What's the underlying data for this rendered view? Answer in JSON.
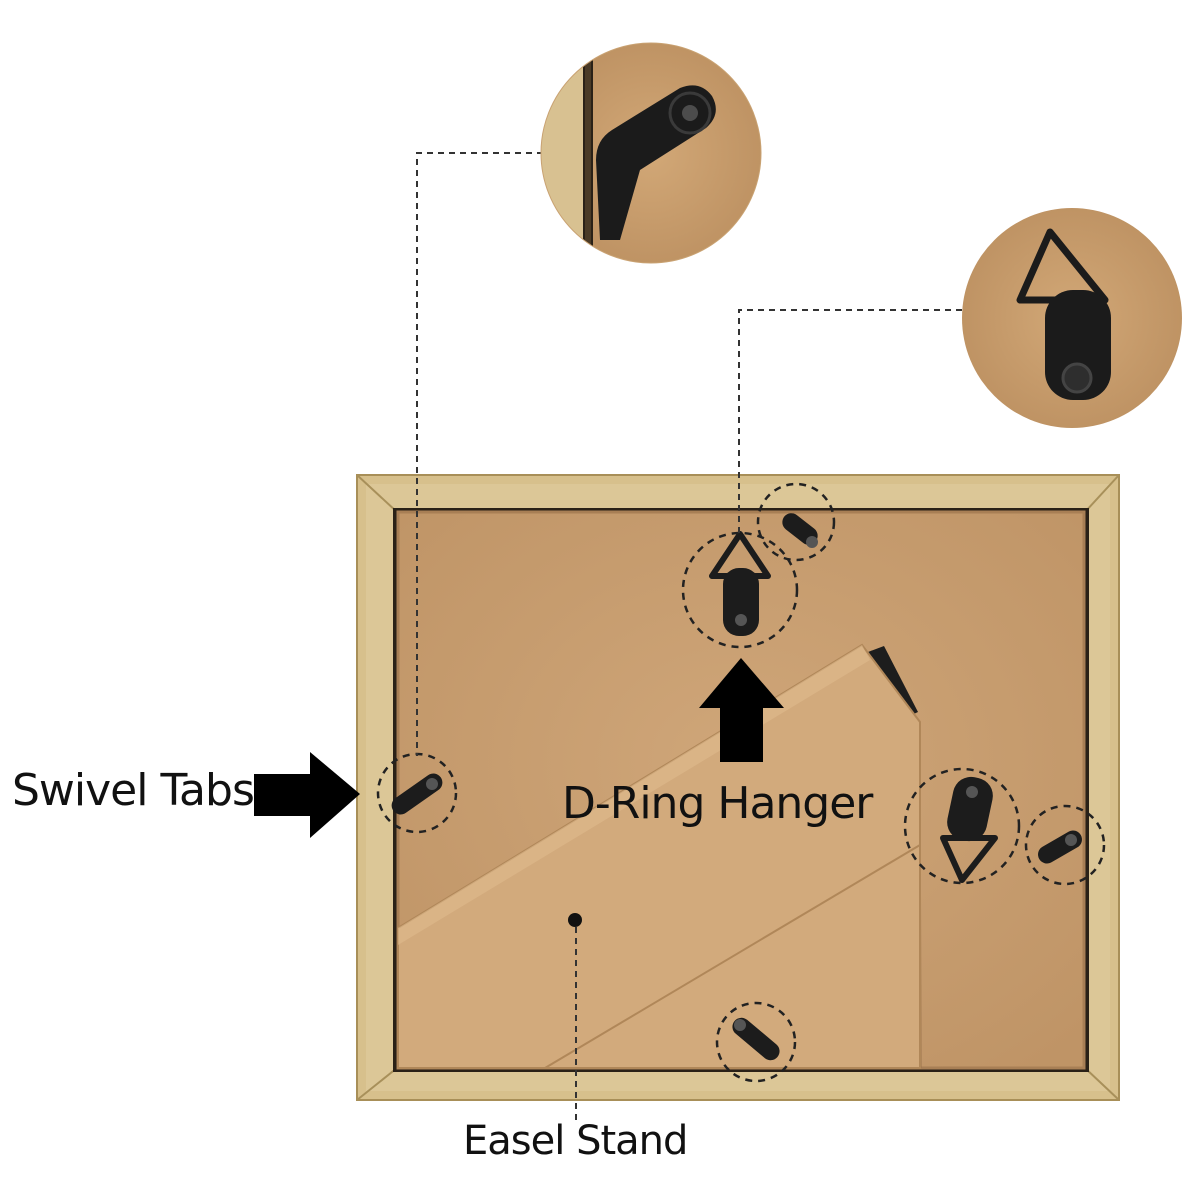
{
  "labels": {
    "swivel_tabs": "Swivel Tabs",
    "d_ring_hanger": "D-Ring Hanger",
    "easel_stand": "Easel Stand"
  },
  "colors": {
    "background": "#ffffff",
    "frame_wood": "#d9c493",
    "frame_wood_dark": "#b89e63",
    "backing_board": "#c49a6c",
    "backing_board_light": "#cfa679",
    "easel_board": "#d0a87a",
    "hardware": "#1c1c1c",
    "callout_line": "#333333",
    "arrow": "#000000"
  },
  "icons": {
    "swivel_tab": "swivel-tab-icon",
    "d_ring": "d-ring-hanger-icon",
    "arrow": "arrow-icon"
  }
}
